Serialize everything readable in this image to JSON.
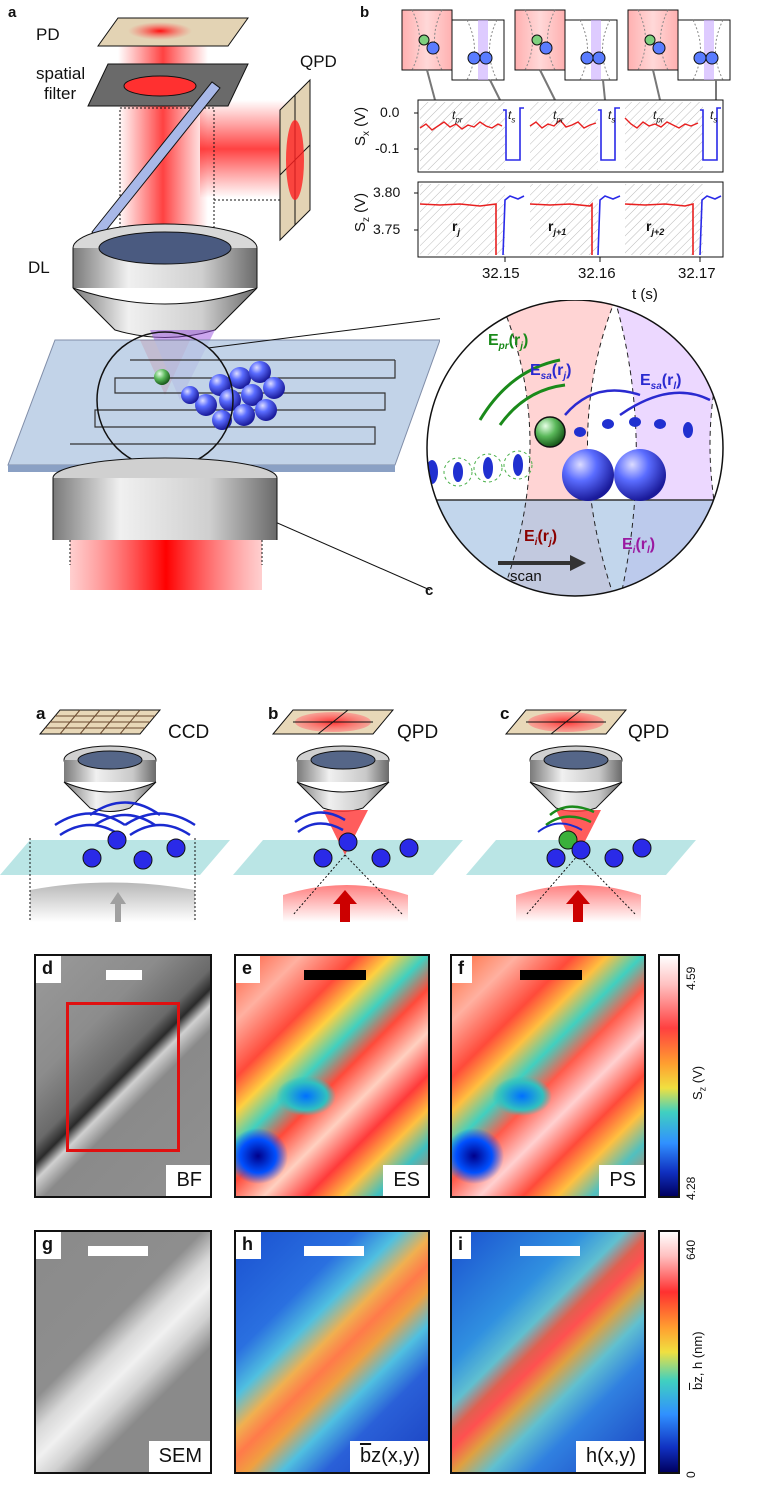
{
  "figure1": {
    "panel_a": {
      "letter": "a",
      "labels": {
        "pd": "PD",
        "spatial_filter_line1": "spatial",
        "spatial_filter_line2": "filter",
        "qpd": "QPD",
        "dl": "DL"
      }
    },
    "panel_b": {
      "letter": "b",
      "sx_axis": {
        "label": "S",
        "sub": "x",
        "unit": " (V)",
        "ticks": [
          "0.0",
          "-0.1"
        ]
      },
      "sz_axis": {
        "label": "S",
        "sub": "z",
        "unit": " (V)",
        "ticks": [
          "3.80",
          "3.75"
        ]
      },
      "x_ticks": [
        "32.15",
        "32.16",
        "32.17"
      ],
      "x_label": "t (s)",
      "t_pr": "t",
      "t_pr_sub": "pr",
      "t_s": "t",
      "t_s_sub": "s",
      "positions": [
        {
          "main": "r",
          "sub": "j"
        },
        {
          "main": "r",
          "sub": "j+1"
        },
        {
          "main": "r",
          "sub": "j+2"
        }
      ]
    },
    "panel_c": {
      "letter": "c",
      "e_pr": {
        "main": "E",
        "sub": "pr",
        "arg": "(r",
        "arg_sub": "j",
        "close": ")"
      },
      "e_sa_j": {
        "main": "E",
        "sub": "sa",
        "arg": "(r",
        "arg_sub": "j",
        "close": ")"
      },
      "e_sa_l": {
        "main": "E",
        "sub": "sa",
        "arg": "(r",
        "arg_sub": "l",
        "close": ")"
      },
      "e_i_j": {
        "main": "E",
        "sub": "i",
        "arg": "(r",
        "arg_sub": "j",
        "close": ")"
      },
      "e_i_l": {
        "main": "E",
        "sub": "i",
        "arg": "(r",
        "arg_sub": "l",
        "close": ")"
      },
      "scan": "scan"
    },
    "colors": {
      "green": "#1a8a1a",
      "blue": "#2a2ad0",
      "purple": "#9a1aa0",
      "red_text": "#8b0000"
    }
  },
  "figure2": {
    "schematics": [
      {
        "letter": "a",
        "detector": "CCD"
      },
      {
        "letter": "b",
        "detector": "QPD"
      },
      {
        "letter": "c",
        "detector": "QPD"
      }
    ],
    "image_panels": [
      {
        "letter": "d",
        "caption": "BF"
      },
      {
        "letter": "e",
        "caption": "ES"
      },
      {
        "letter": "f",
        "caption": "PS"
      },
      {
        "letter": "g",
        "caption": "SEM"
      },
      {
        "letter": "h",
        "caption": "b",
        "caption_suffix": "z(x,y)"
      },
      {
        "letter": "i",
        "caption": "h(x,y)"
      }
    ],
    "colorbar_top": {
      "max": "4.59",
      "min": "4.28",
      "label": "S",
      "label_sub": "z",
      "unit": " (V)"
    },
    "colorbar_bottom": {
      "max": "640",
      "min": "0",
      "label": "b",
      "label_rest": "z, h (nm)"
    }
  }
}
